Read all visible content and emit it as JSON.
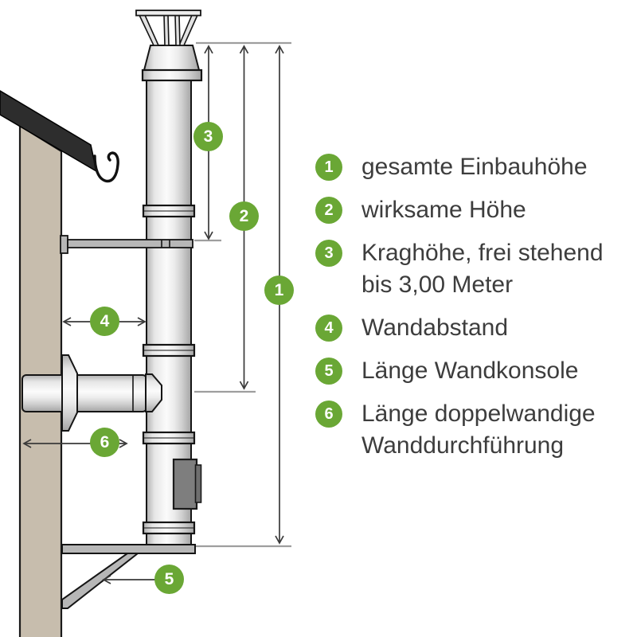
{
  "legend": {
    "items": [
      {
        "num": "1",
        "label": "gesamte Einbauhöhe"
      },
      {
        "num": "2",
        "label": "wirksame Höhe"
      },
      {
        "num": "3",
        "label": "Kraghöhe, frei stehend bis 3,00 Meter"
      },
      {
        "num": "4",
        "label": "Wandabstand"
      },
      {
        "num": "5",
        "label": "Länge Wandkonsole"
      },
      {
        "num": "6",
        "label": "Länge doppelwandige Wanddurchführung"
      }
    ]
  },
  "diagram": {
    "badges": [
      "1",
      "2",
      "3",
      "4",
      "5",
      "6"
    ]
  },
  "colors": {
    "accent_green": "#6AA735",
    "text": "#3D3D3D",
    "wall": "#C7BDAD",
    "roof": "#2D2D2D",
    "metal_light": "#FAFAFA",
    "metal_dark": "#A8A8A8"
  }
}
